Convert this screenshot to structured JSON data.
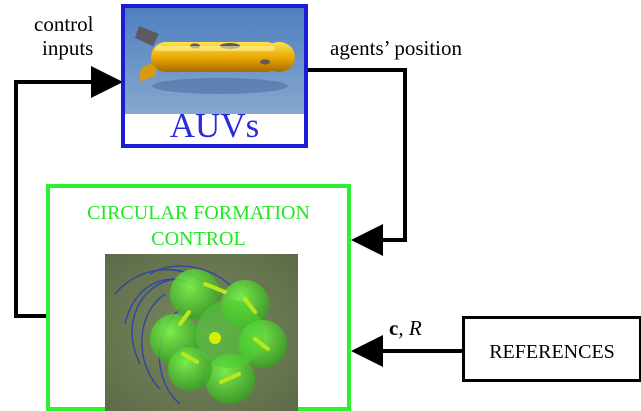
{
  "labels": {
    "control_inputs_line1": "control",
    "control_inputs_line2": "inputs",
    "agents_position": "agents’ position",
    "ref_params_c": "c",
    "ref_params_rest": ", R"
  },
  "auv_block": {
    "title": "AUVs"
  },
  "formation_block": {
    "title_line1": "CIRCULAR FORMATION",
    "title_line2": "CONTROL"
  },
  "references_block": {
    "title": "REFERENCES"
  },
  "colors": {
    "auv_border": "#1c1cd6",
    "auv_text": "#2a2ad8",
    "formation_border": "#2ef02e",
    "formation_text": "#22e622",
    "wire": "#000000"
  }
}
